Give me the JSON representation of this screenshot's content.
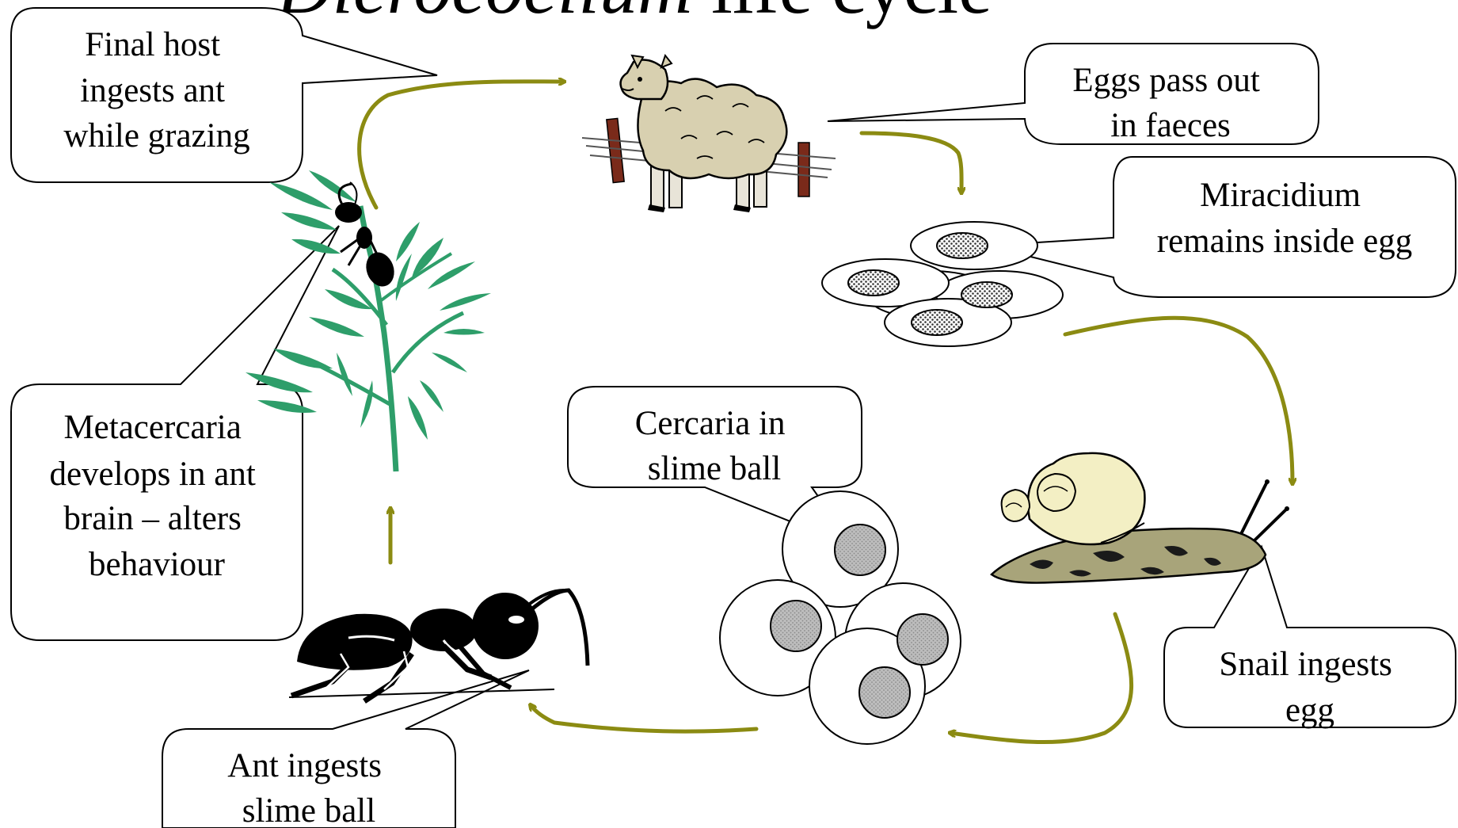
{
  "title": {
    "italic": "Dicrocoelium",
    "rest": " life cycle"
  },
  "callouts": {
    "final_host": [
      "Final host",
      "ingests ant",
      "while grazing"
    ],
    "eggs_faeces": [
      "Eggs pass out",
      "in faeces"
    ],
    "miracidium": [
      "Miracidium",
      "remains inside egg"
    ],
    "snail": [
      "Snail ingests",
      "egg"
    ],
    "cercaria": [
      "Cercaria in",
      "slime ball"
    ],
    "ant_ingests": [
      "Ant ingests",
      "slime ball"
    ],
    "metacercaria": [
      "Metacercaria",
      "develops in ant",
      "brain – alters",
      "behaviour"
    ]
  },
  "colors": {
    "arrow": "#8b8b12",
    "sheep_wool": "#d8d0b0",
    "snail_shell": "#f3efc4",
    "snail_body": "#a8a47a",
    "plant": "#2e9e6a",
    "egg_stipple": "#555555",
    "fence_post": "#7a2a1a"
  }
}
